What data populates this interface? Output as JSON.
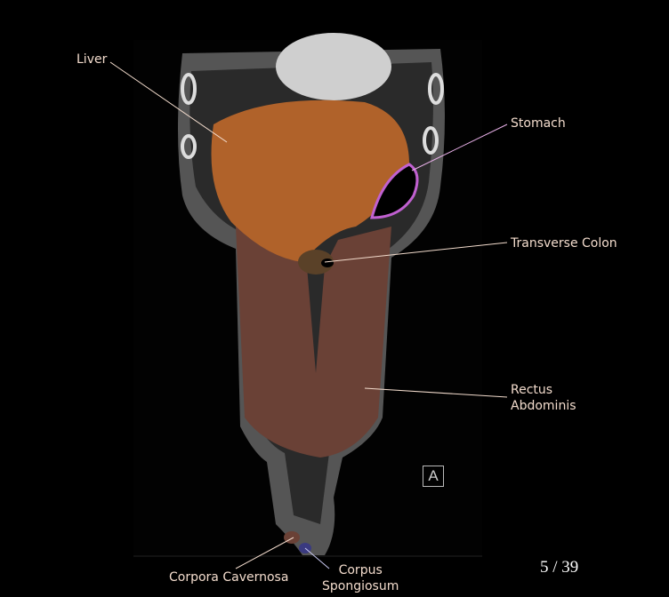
{
  "labels": {
    "liver": "Liver",
    "stomach": "Stomach",
    "transverse_colon": "Transverse Colon",
    "rectus_abdominis": [
      "Rectus",
      "Abdominis"
    ],
    "corpora_cavernosa": "Corpora Cavernosa",
    "corpus_spongiosum": [
      "Corpus",
      "Spongiosum"
    ]
  },
  "orientation_marker": "A",
  "slice_counter": "5 / 39",
  "colors": {
    "liver": "#b0622a",
    "rectus": "#6a4136",
    "stomach_outline": "#c060d0",
    "label": "#f3dccd"
  }
}
